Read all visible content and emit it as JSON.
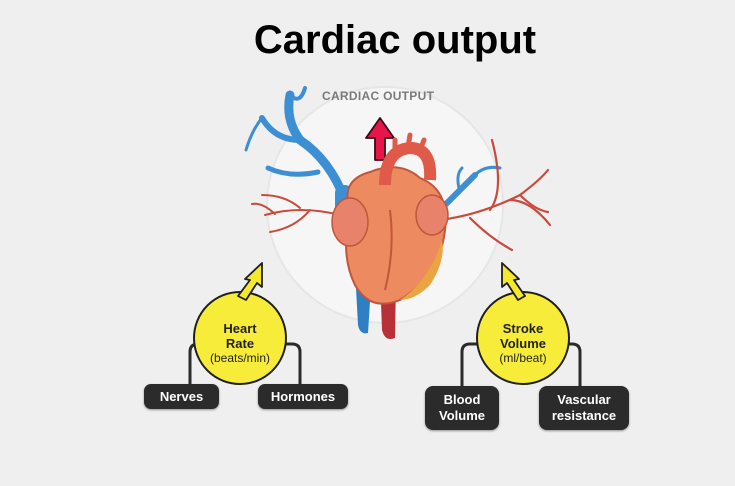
{
  "title": "Cardiac output",
  "diagram_label": "CARDIAC OUTPUT",
  "colors": {
    "background": "#efefef",
    "circle_fill": "#f7ec3a",
    "arrow_up": "#e8154a",
    "arrow_yellow": "#f5e92e",
    "pill": "#2b2b2b",
    "connector": "#2b2b2b"
  },
  "heart_rate": {
    "label": "Heart Rate",
    "unit": "(beats/min)"
  },
  "stroke_volume": {
    "label": "Stroke Volume",
    "unit": "(ml/beat)"
  },
  "factors": {
    "nerves": "Nerves",
    "hormones": "Hormones",
    "blood_volume": "Blood Volume",
    "vascular_resistance": "Vascular resistance"
  },
  "icons": {
    "heart": "anatomical-heart-illustration",
    "up_arrow": "up-arrow-icon"
  }
}
